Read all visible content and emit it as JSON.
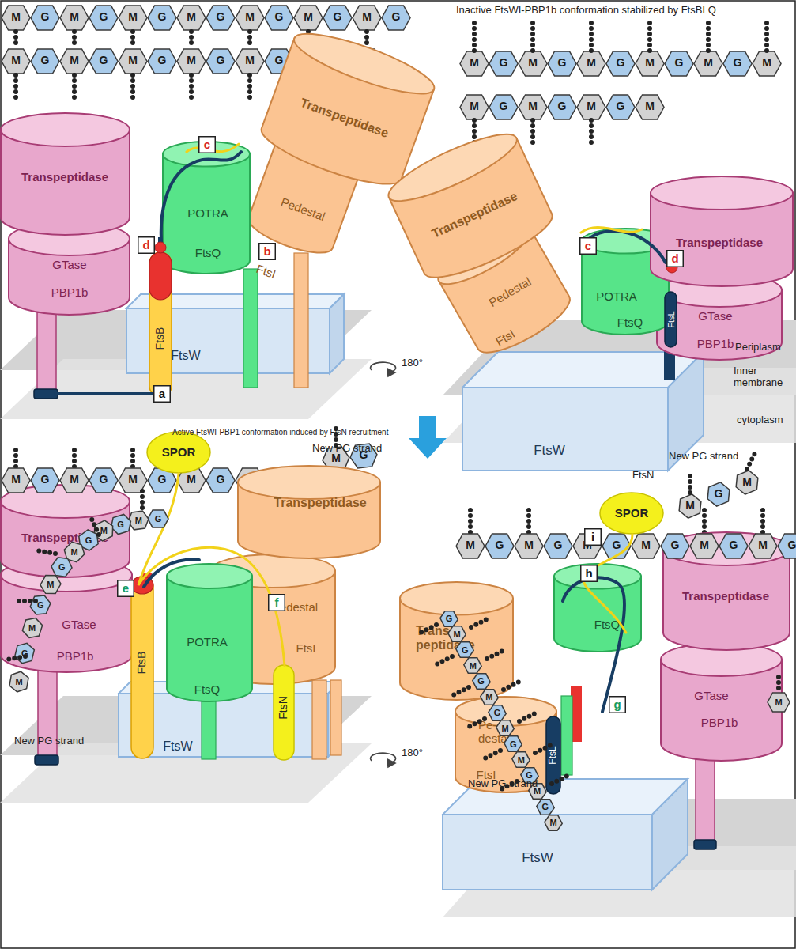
{
  "diagram": {
    "nodes": [
      {
        "text": [
          "M"
        ]
      },
      {
        "text": [
          "G"
        ]
      },
      {
        "text": [
          "M"
        ]
      },
      {
        "text": [
          "G"
        ]
      },
      {
        "text": [
          "M"
        ]
      },
      {
        "text": [
          "G"
        ]
      },
      {
        "text": [
          "M"
        ]
      },
      {
        "text": [
          "G"
        ]
      },
      {
        "text": [
          "M"
        ]
      },
      {
        "text": [
          "G"
        ]
      },
      {
        "text": [
          "M"
        ]
      },
      {
        "text": [
          "G"
        ]
      },
      {
        "text": [
          "M"
        ]
      },
      {
        "text": [
          "G"
        ]
      },
      {
        "text": [
          "M"
        ]
      },
      {
        "text": [
          "G"
        ]
      },
      {
        "text": [
          "M"
        ]
      },
      {
        "text": [
          "G"
        ]
      },
      {
        "text": [
          "M"
        ]
      },
      {
        "text": [
          "G"
        ]
      },
      {
        "text": [
          "M"
        ]
      },
      {
        "text": [
          "G"
        ]
      },
      {
        "text": [
          "M"
        ]
      },
      {
        "text": [
          "G"
        ]
      },
      {
        "text": [
          "M"
        ]
      },
      {
        "text": [
          "G"
        ]
      },
      {
        "text": [
          "M"
        ]
      },
      {
        "text": [
          "M"
        ]
      },
      {
        "text": [
          "G"
        ]
      },
      {
        "text": [
          "M"
        ]
      },
      {
        "text": [
          "G"
        ]
      },
      {
        "text": [
          "M"
        ]
      },
      {
        "text": [
          "G"
        ]
      },
      {
        "text": [
          "M"
        ]
      },
      {
        "text": [
          "G"
        ]
      },
      {
        "text": [
          "M"
        ]
      },
      {
        "text": [
          "G"
        ]
      },
      {
        "text": [
          "M"
        ]
      },
      {
        "text": [
          "M"
        ]
      },
      {
        "text": [
          "G"
        ]
      },
      {
        "text": [
          "M"
        ]
      },
      {
        "text": [
          "G"
        ]
      },
      {
        "text": [
          "M"
        ]
      },
      {
        "text": [
          "G"
        ]
      },
      {
        "text": [
          "M"
        ]
      },
      {
        "text": [
          "Transpeptidase"
        ]
      },
      {
        "text": [
          "GTase",
          "PBP1b"
        ]
      },
      {
        "text": [
          "c"
        ]
      },
      {
        "text": [
          "POTRA",
          "FtsQ"
        ]
      },
      {
        "text": [
          "d"
        ]
      },
      {
        "text": [
          "b"
        ]
      },
      {
        "text": [
          "FtsB"
        ]
      },
      {
        "text": [
          "FtsW"
        ]
      },
      {
        "text": [
          "Pedestal",
          "FtsI"
        ]
      },
      {
        "text": [
          "Transpeptidase"
        ]
      },
      {
        "text": [
          "a"
        ]
      },
      {
        "text": [
          "Transpeptidase"
        ]
      },
      {
        "text": [
          "Pedestal",
          "FtsI"
        ]
      },
      {
        "text": [
          "FtsW"
        ]
      },
      {
        "text": [
          "POTRA",
          "FtsQ"
        ]
      },
      {
        "text": [
          "FtsL"
        ]
      },
      {
        "text": [
          "c"
        ]
      },
      {
        "text": [
          "d"
        ]
      },
      {
        "text": [
          "Transpeptidase"
        ]
      },
      {
        "text": [
          "GTase",
          "PBP1b"
        ]
      },
      {
        "text": [
          "M"
        ]
      },
      {
        "text": [
          "G"
        ]
      },
      {
        "text": [
          "M"
        ]
      },
      {
        "text": [
          "G"
        ]
      },
      {
        "text": [
          "M"
        ]
      },
      {
        "text": [
          "G"
        ]
      },
      {
        "text": [
          "M"
        ]
      },
      {
        "text": [
          "G"
        ]
      },
      {
        "text": [
          "M"
        ]
      },
      {
        "text": [
          "G"
        ]
      },
      {
        "text": [
          "M"
        ]
      },
      {
        "text": [
          "G"
        ]
      },
      {
        "text": [
          "M"
        ]
      },
      {
        "text": [
          "G"
        ]
      },
      {
        "text": [
          "M"
        ]
      },
      {
        "text": [
          "G"
        ]
      },
      {
        "text": [
          "M"
        ]
      },
      {
        "text": [
          "G"
        ]
      },
      {
        "text": [
          "M"
        ]
      },
      {
        "text": [
          "G"
        ]
      },
      {
        "text": [
          "M"
        ]
      },
      {
        "text": [
          "G"
        ]
      },
      {
        "text": [
          "M"
        ]
      },
      {
        "text": [
          "M"
        ]
      },
      {
        "text": [
          "G"
        ]
      },
      {
        "text": [
          "M"
        ]
      },
      {
        "text": [
          "G"
        ]
      },
      {
        "text": [
          "M"
        ]
      },
      {
        "text": [
          "G"
        ]
      },
      {
        "text": [
          "M"
        ]
      },
      {
        "text": [
          "G"
        ]
      },
      {
        "text": [
          "M"
        ]
      },
      {
        "text": [
          "G"
        ]
      },
      {
        "text": [
          "M"
        ]
      },
      {
        "text": [
          "G"
        ]
      },
      {
        "text": [
          "M"
        ]
      },
      {
        "text": [
          "G"
        ]
      },
      {
        "text": [
          "M"
        ]
      },
      {
        "text": [
          "M"
        ]
      },
      {
        "text": [
          "G"
        ]
      },
      {
        "text": [
          "M"
        ]
      },
      {
        "text": [
          "G"
        ]
      },
      {
        "text": [
          "M"
        ]
      },
      {
        "text": [
          "G"
        ]
      },
      {
        "text": [
          "M"
        ]
      },
      {
        "text": [
          "G"
        ]
      },
      {
        "text": [
          "M"
        ]
      },
      {
        "text": [
          "G"
        ]
      },
      {
        "text": [
          "M"
        ]
      },
      {
        "text": [
          "G"
        ]
      },
      {
        "text": [
          "M"
        ]
      },
      {
        "text": [
          "G"
        ]
      },
      {
        "text": [
          "M"
        ]
      },
      {
        "text": [
          "SPOR"
        ]
      },
      {
        "text": [
          "Transpeptidase"
        ]
      },
      {
        "text": [
          "GTase",
          "PBP1b"
        ]
      },
      {
        "text": [
          "e"
        ]
      },
      {
        "text": [
          "FtsB"
        ]
      },
      {
        "text": [
          "FtsW"
        ]
      },
      {
        "text": [
          "POTRA",
          "FtsQ"
        ]
      },
      {
        "text": [
          "FtsN"
        ]
      },
      {
        "text": [
          "Pedestal",
          "FtsI"
        ]
      },
      {
        "text": [
          "Transpeptidase"
        ]
      },
      {
        "text": [
          "f"
        ]
      },
      {
        "text": [
          "SPOR"
        ]
      },
      {
        "text": [
          "i"
        ]
      },
      {
        "text": [
          "FtsQ"
        ]
      },
      {
        "text": [
          "h"
        ]
      },
      {
        "text": [
          "FtsL"
        ]
      },
      {
        "text": [
          "g"
        ]
      },
      {
        "text": [
          "Trans- peptidase"
        ]
      },
      {
        "text": [
          "Pe- destal",
          "FtsI"
        ]
      },
      {
        "text": [
          "Transpeptidase"
        ]
      },
      {
        "text": [
          "GTase",
          "PBP1b"
        ]
      },
      {
        "text": [
          "FtsW"
        ]
      }
    ],
    "labels": [
      "Inactive FtsWI-PBP1b conformation stabilized by FtsBLQ",
      "Periplasm",
      "Inner membrane",
      "cytoplasm",
      "180°",
      "Active FtsWI-PBP1 conformation induced by FtsN recruitment",
      "New PG strand",
      "New PG strand",
      "180°",
      "FtsN",
      "New PG strand",
      "New PG strand"
    ]
  }
}
